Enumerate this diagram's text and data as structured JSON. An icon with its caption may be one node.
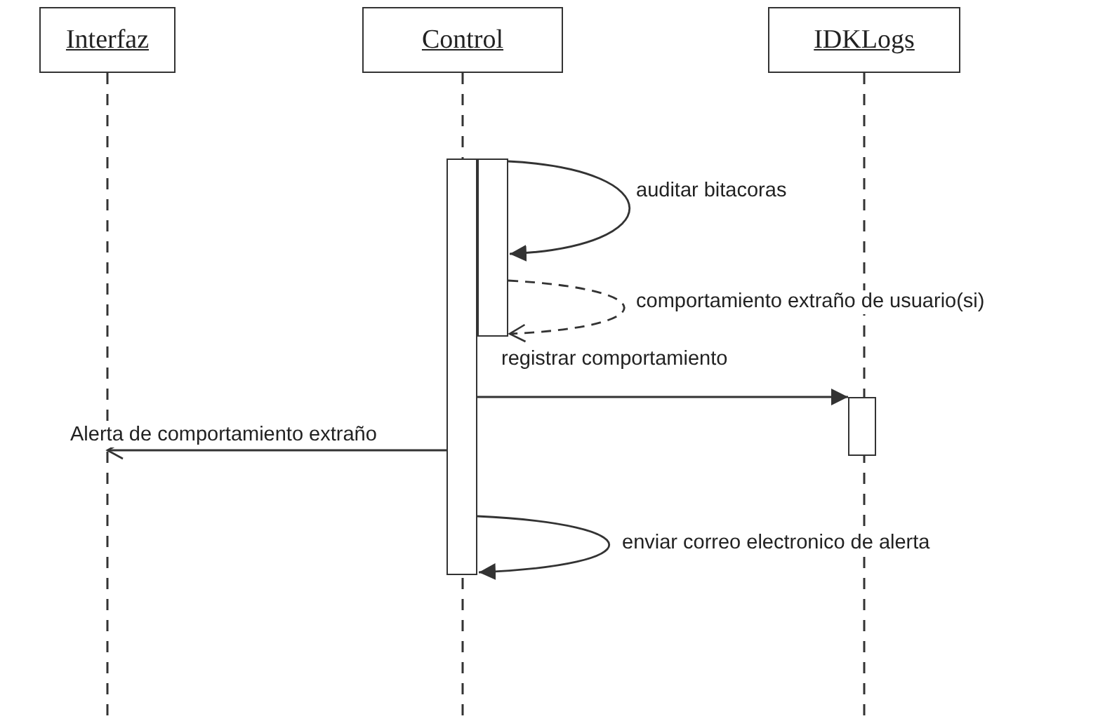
{
  "diagram": {
    "nodes": [
      {
        "text": [
          "Interfaz"
        ]
      },
      {
        "text": [
          "Control"
        ]
      },
      {
        "text": [
          "IDKLogs"
        ]
      },
      {
        "text": [],
        "shape": "bar",
        "in": 1
      },
      {
        "text": [],
        "shape": "bar",
        "in": 1
      },
      {
        "text": [],
        "shape": "bar",
        "in": 2
      }
    ],
    "edges": [
      {
        "from": 4,
        "to": 4,
        "arrow": "to",
        "label": "auditar bitacoras"
      },
      {
        "from": 4,
        "to": 4,
        "arrow": "to",
        "label": "comportamiento extraño de usuario(si)",
        "style": "dashed"
      },
      {
        "from": 3,
        "to": 5,
        "arrow": "to",
        "label": "registrar comportamiento"
      },
      {
        "from": 3,
        "to": 0,
        "arrow": "to",
        "label": "Alerta de comportamiento extraño"
      },
      {
        "from": 3,
        "to": 3,
        "arrow": "to",
        "label": "enviar correo electronico de alerta"
      }
    ]
  }
}
